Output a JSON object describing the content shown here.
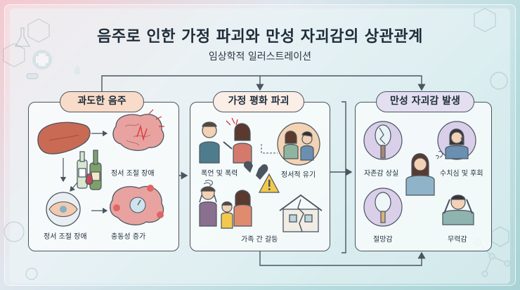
{
  "header": {
    "title": "음주로 인한 가정 파괴와 만성 자괴감의 상관관계",
    "subtitle": "임상학적 일러스트레이션"
  },
  "sections": [
    {
      "title": "과도한 음주",
      "labels": [
        "정서 조절 장애",
        "정서 조절 장애",
        "충동성 증가"
      ]
    },
    {
      "title": "가정 평화 파괴",
      "labels": [
        "폭언 및 폭력",
        "정서적 유기",
        "가족 간 갈등"
      ]
    },
    {
      "title": "만성 자괴감 발생",
      "labels": [
        "자존감 상실",
        "수치심 및 후회",
        "절망감",
        "무력감"
      ]
    }
  ],
  "colors": {
    "outline": "#4a5560",
    "liver": "#c96a55",
    "brain": "#e8a3a0",
    "bottle_green": "#7ea16a",
    "warning": "#f2c94c",
    "family_circle": "#f2d3b3",
    "purple_circle": "#d9cfe9"
  }
}
